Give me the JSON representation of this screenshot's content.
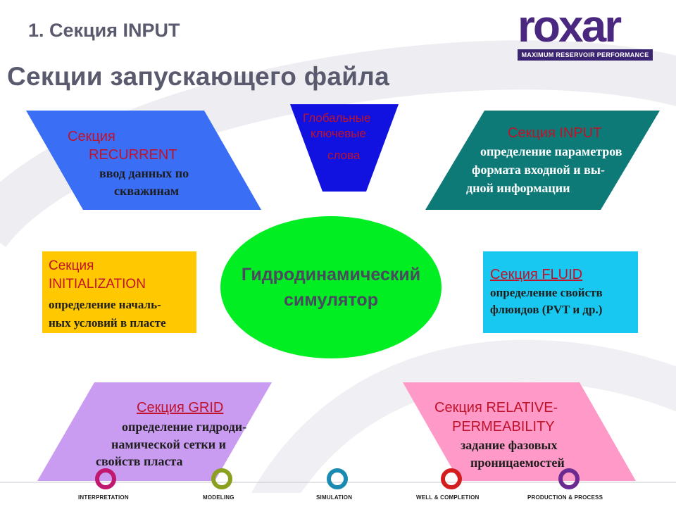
{
  "header": {
    "section_title": "1. Секция INPUT",
    "page_title": "Секции запускающего файла",
    "logo": {
      "word": "roxar",
      "tagline": "MAXIMUM RESERVOIR PERFORMANCE"
    }
  },
  "center": {
    "line1": "Гидродинамический",
    "line2": "симулятор"
  },
  "global_keywords": {
    "line1": "Глобальные",
    "line2": "ключевые",
    "line3": "слова"
  },
  "recurrent": {
    "title1": "Секция",
    "title2": "RECURRENT",
    "desc1": "ввод данных по",
    "desc2": "скважинам"
  },
  "input": {
    "title": "Секция INPUT",
    "desc1": "определение параметров",
    "desc2": "формата входной и вы-",
    "desc3": "дной информации"
  },
  "initialization": {
    "title1": "Секция",
    "title2": "INITIALIZATION",
    "desc1": "определение началь-",
    "desc2": "ных условий в пласте"
  },
  "fluid": {
    "title": "Секция FLUID",
    "desc1": "определение свойств",
    "desc2": "флюидов (PVT и др.)"
  },
  "grid": {
    "title": "Секция GRID",
    "desc1": "определение гидроди-",
    "desc2": "намической сетки и",
    "desc3": "свойств пласта"
  },
  "relperm": {
    "title1": "Секция RELATIVE-",
    "title2": "PERMEABILITY",
    "desc1": "задание фазовых",
    "desc2": "проницаемостей"
  },
  "footer_nav": [
    {
      "label": "INTERPRETATION",
      "icon": "interpretation-ring-icon",
      "color": "#c0186e"
    },
    {
      "label": "MODELING",
      "icon": "modeling-ring-icon",
      "color": "#8aa01e"
    },
    {
      "label": "SIMULATION",
      "icon": "simulation-ring-icon",
      "color": "#1a8ab0"
    },
    {
      "label": "WELL & COMPLETION",
      "icon": "well-completion-ring-icon",
      "color": "#d21e1e"
    },
    {
      "label": "PRODUCTION & PROCESS",
      "icon": "production-process-ring-icon",
      "color": "#6a2a90"
    }
  ],
  "colors": {
    "recurrent": "#3a6ef5",
    "global": "#1212e0",
    "input": "#0d7a78",
    "initialization": "#ffc800",
    "center": "#00ee22",
    "fluid": "#19c8f0",
    "grid": "#c99cf2",
    "relperm": "#ff9ac8",
    "title_text": "#5a5a6e",
    "accent_red": "#c0122a"
  }
}
